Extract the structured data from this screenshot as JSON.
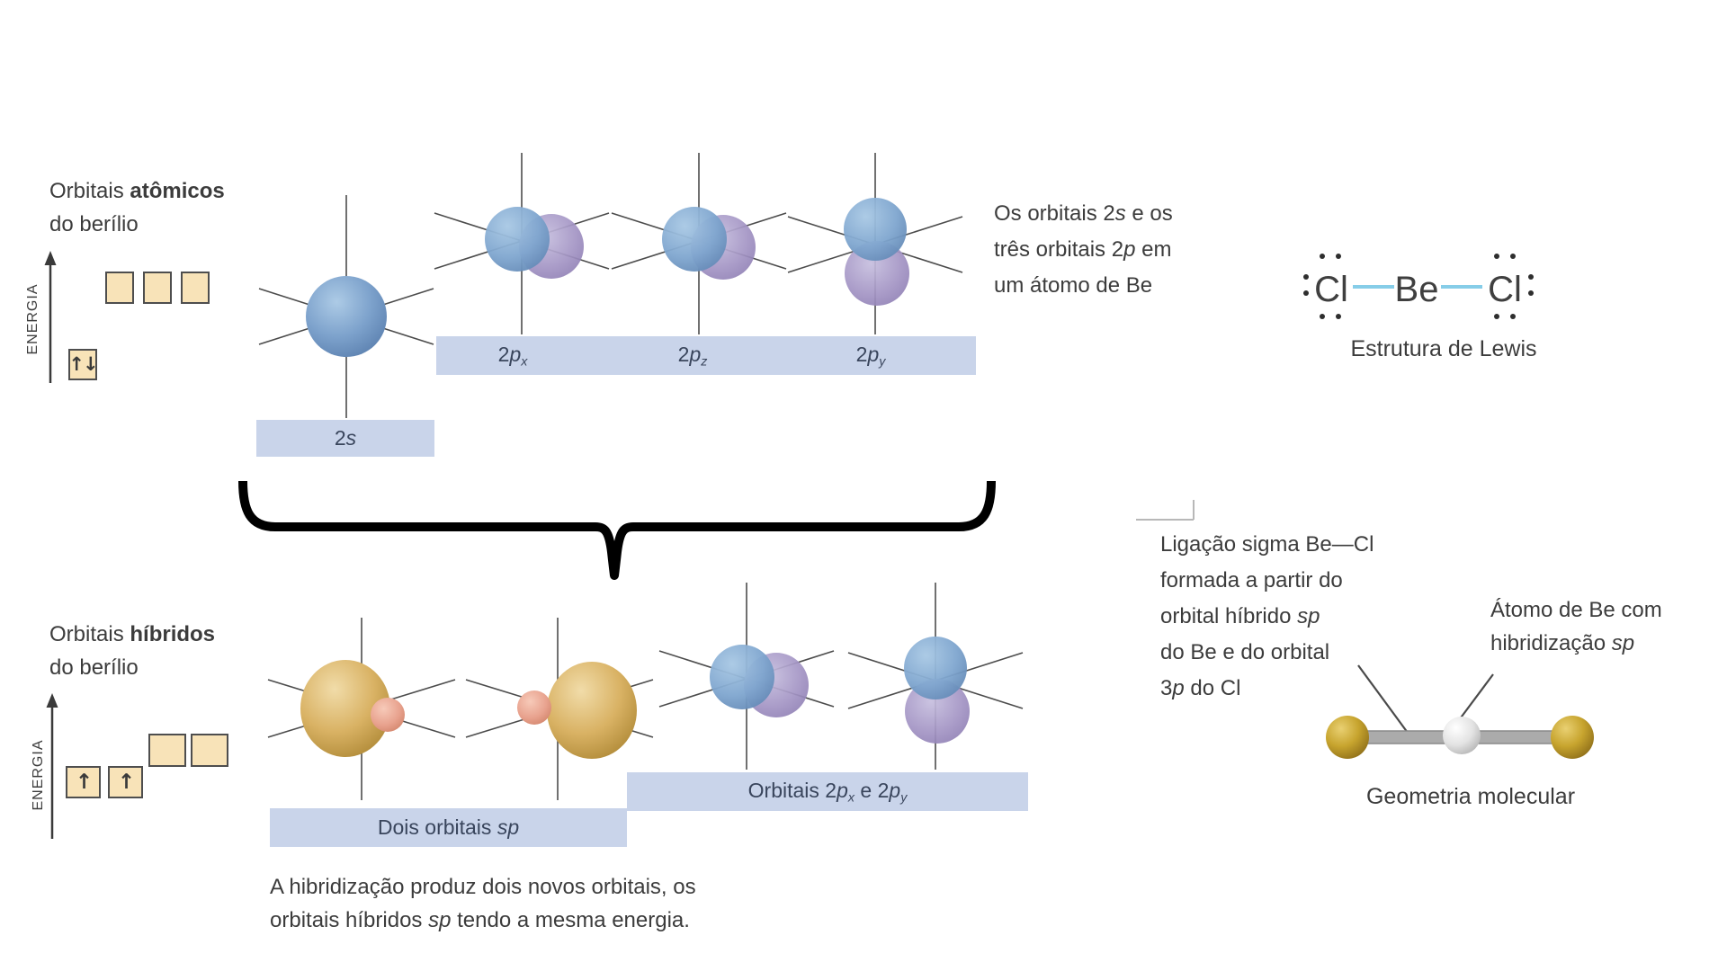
{
  "figure": {
    "background": "#ffffff",
    "text_color": "#3c3c3c",
    "accent_bar_color": "#c9d4ea",
    "orbital_box_fill": "#f8e3b8"
  },
  "atomic": {
    "heading_line1": [
      {
        "t": "Orbitais "
      },
      {
        "t": "atômicos",
        "b": 1
      }
    ],
    "heading_line2": "do berílio",
    "energy_axis_label": "ENERGIA",
    "s_box_arrows": [
      {
        "t": "↑"
      },
      {
        "t": "↓"
      }
    ],
    "bar_2p_labels": [
      [
        {
          "t": "2"
        },
        {
          "t": "p",
          "i": 1
        },
        {
          "t": "x",
          "i": 1,
          "sub": 1
        }
      ],
      [
        {
          "t": "2"
        },
        {
          "t": "p",
          "i": 1
        },
        {
          "t": "z",
          "i": 1,
          "sub": 1
        }
      ],
      [
        {
          "t": "2"
        },
        {
          "t": "p",
          "i": 1
        },
        {
          "t": "y",
          "i": 1,
          "sub": 1
        }
      ]
    ],
    "bar_2s_label": [
      {
        "t": "2"
      },
      {
        "t": "s",
        "i": 1
      }
    ],
    "note": [
      [
        {
          "t": "Os orbitais 2"
        },
        {
          "t": "s",
          "i": 1
        },
        {
          "t": " e os"
        }
      ],
      [
        {
          "t": "três orbitais 2"
        },
        {
          "t": "p",
          "i": 1
        },
        {
          "t": " em"
        }
      ],
      [
        {
          "t": "um átomo de Be"
        }
      ]
    ]
  },
  "lewis": {
    "cl_left": "Cl",
    "be": "Be",
    "cl_right": "Cl",
    "bond_color": "#86cde8",
    "caption": "Estrutura de Lewis"
  },
  "hybrid": {
    "heading_line1": [
      {
        "t": "Orbitais "
      },
      {
        "t": "híbridos",
        "b": 1
      }
    ],
    "heading_line2": "do berílio",
    "energy_axis_label": "ENERGIA",
    "sp_box_arrows": [
      "↑",
      "↑"
    ],
    "bar_sp_label": [
      {
        "t": "Dois orbitais "
      },
      {
        "t": "sp",
        "i": 1
      }
    ],
    "bar_2p_label": [
      {
        "t": "Orbitais 2"
      },
      {
        "t": "p",
        "i": 1
      },
      {
        "t": "x",
        "i": 1,
        "sub": 1
      },
      {
        "t": " e 2"
      },
      {
        "t": "p",
        "i": 1
      },
      {
        "t": "y",
        "i": 1,
        "sub": 1
      }
    ],
    "caption": [
      [
        {
          "t": "A hibridização produz dois novos orbitais, os"
        }
      ],
      [
        {
          "t": "orbitais híbridos "
        },
        {
          "t": "sp",
          "i": 1
        },
        {
          "t": " tendo a mesma energia."
        }
      ]
    ]
  },
  "geometry": {
    "sigma_note": [
      [
        {
          "t": "Ligação sigma Be—Cl"
        }
      ],
      [
        {
          "t": "formada a partir do"
        }
      ],
      [
        {
          "t": "orbital híbrido "
        },
        {
          "t": "sp",
          "i": 1
        }
      ],
      [
        {
          "t": "do Be e do orbital"
        }
      ],
      [
        {
          "t": "3"
        },
        {
          "t": "p",
          "i": 1
        },
        {
          "t": " do Cl"
        }
      ]
    ],
    "be_note": [
      [
        {
          "t": "Átomo de Be com"
        }
      ],
      [
        {
          "t": "hibridização "
        },
        {
          "t": "sp",
          "i": 1
        }
      ]
    ],
    "caption": "Geometria molecular"
  }
}
